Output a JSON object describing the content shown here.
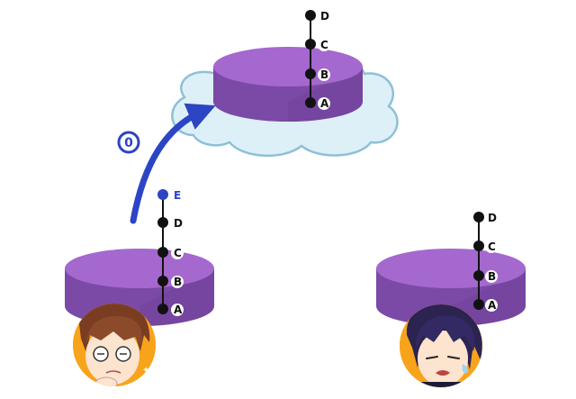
{
  "colors": {
    "db_top": "#a468cf",
    "db_side": "#7b4aa6",
    "db_side_dark": "#6a3d92",
    "cloud_fill": "#ddf0f8",
    "cloud_stroke": "#8ec0d6",
    "arrow": "#2c45c4",
    "commit_dot": "#111111",
    "new_commit_dot": "#2c45c4",
    "avatar_ring": "#f7a41c"
  },
  "remote": {
    "commits": [
      "A",
      "B",
      "C",
      "D"
    ]
  },
  "local_left": {
    "commits": [
      "A",
      "B",
      "C",
      "D"
    ],
    "new_commit": "E",
    "avatar_icon": "worried-developer-avatar-icon"
  },
  "local_right": {
    "commits": [
      "A",
      "B",
      "C",
      "D"
    ],
    "avatar_icon": "sweating-developer-avatar-icon"
  },
  "push_arrow": {
    "step_number": "0",
    "icon": "curved-arrow-icon"
  }
}
